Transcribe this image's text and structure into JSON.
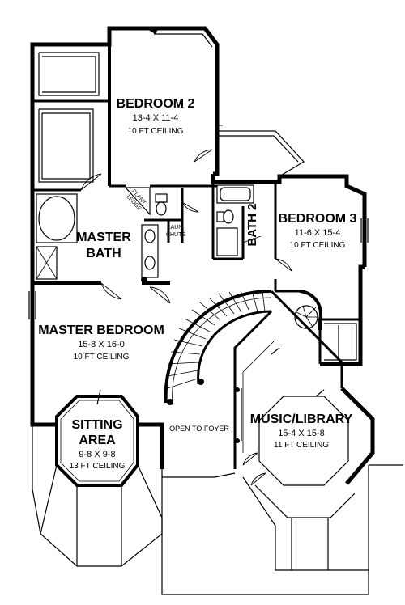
{
  "rooms": {
    "bedroom2": {
      "name": "BEDROOM 2",
      "dims": "13-4 X 11-4",
      "ceiling": "10 FT CEILING"
    },
    "bedroom3": {
      "name": "BEDROOM 3",
      "dims": "11-6 X 15-4",
      "ceiling": "10 FT CEILING"
    },
    "master_bath": {
      "line1": "MASTER",
      "line2": "BATH"
    },
    "bath2": {
      "name": "BATH 2"
    },
    "master_bedroom": {
      "name": "MASTER BEDROOM",
      "dims": "15-8 X 16-0",
      "ceiling": "10 FT CEILING"
    },
    "sitting_area": {
      "line1": "SITTING",
      "line2": "AREA",
      "dims": "9-8 X 9-8",
      "ceiling": "13 FT CEILING"
    },
    "music_library": {
      "name": "MUSIC/LIBRARY",
      "dims": "15-4 X 15-8",
      "ceiling": "11 FT CEILING"
    }
  },
  "labels": {
    "open_to_foyer": "OPEN TO FOYER",
    "laun_line1": "LAUN.",
    "laun_line2": "CHUTE",
    "plant_line1": "PLANT",
    "plant_line2": "LEDGE"
  }
}
